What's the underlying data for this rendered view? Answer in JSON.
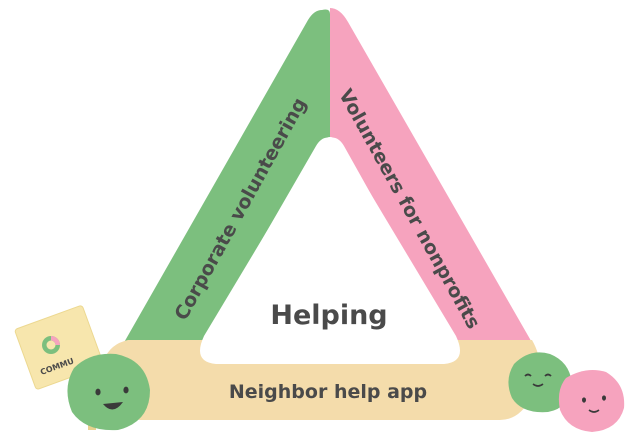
{
  "diagram": {
    "center_label": "Helping",
    "left_side_label": "Corporate volunteering",
    "right_side_label": "Volunteers for nonprofits",
    "bottom_side_label": "Neighbor help app"
  },
  "logo": {
    "text": "COMMU"
  },
  "colors": {
    "green": "#7cbf7e",
    "pink": "#f6a3be",
    "beige": "#f4dcab",
    "sign": "#f7e6ad",
    "text": "#4a4a4a"
  },
  "icons": [
    "smiling-green-blob-icon",
    "green-blob-icon",
    "pink-blob-icon",
    "commu-logo-icon"
  ]
}
